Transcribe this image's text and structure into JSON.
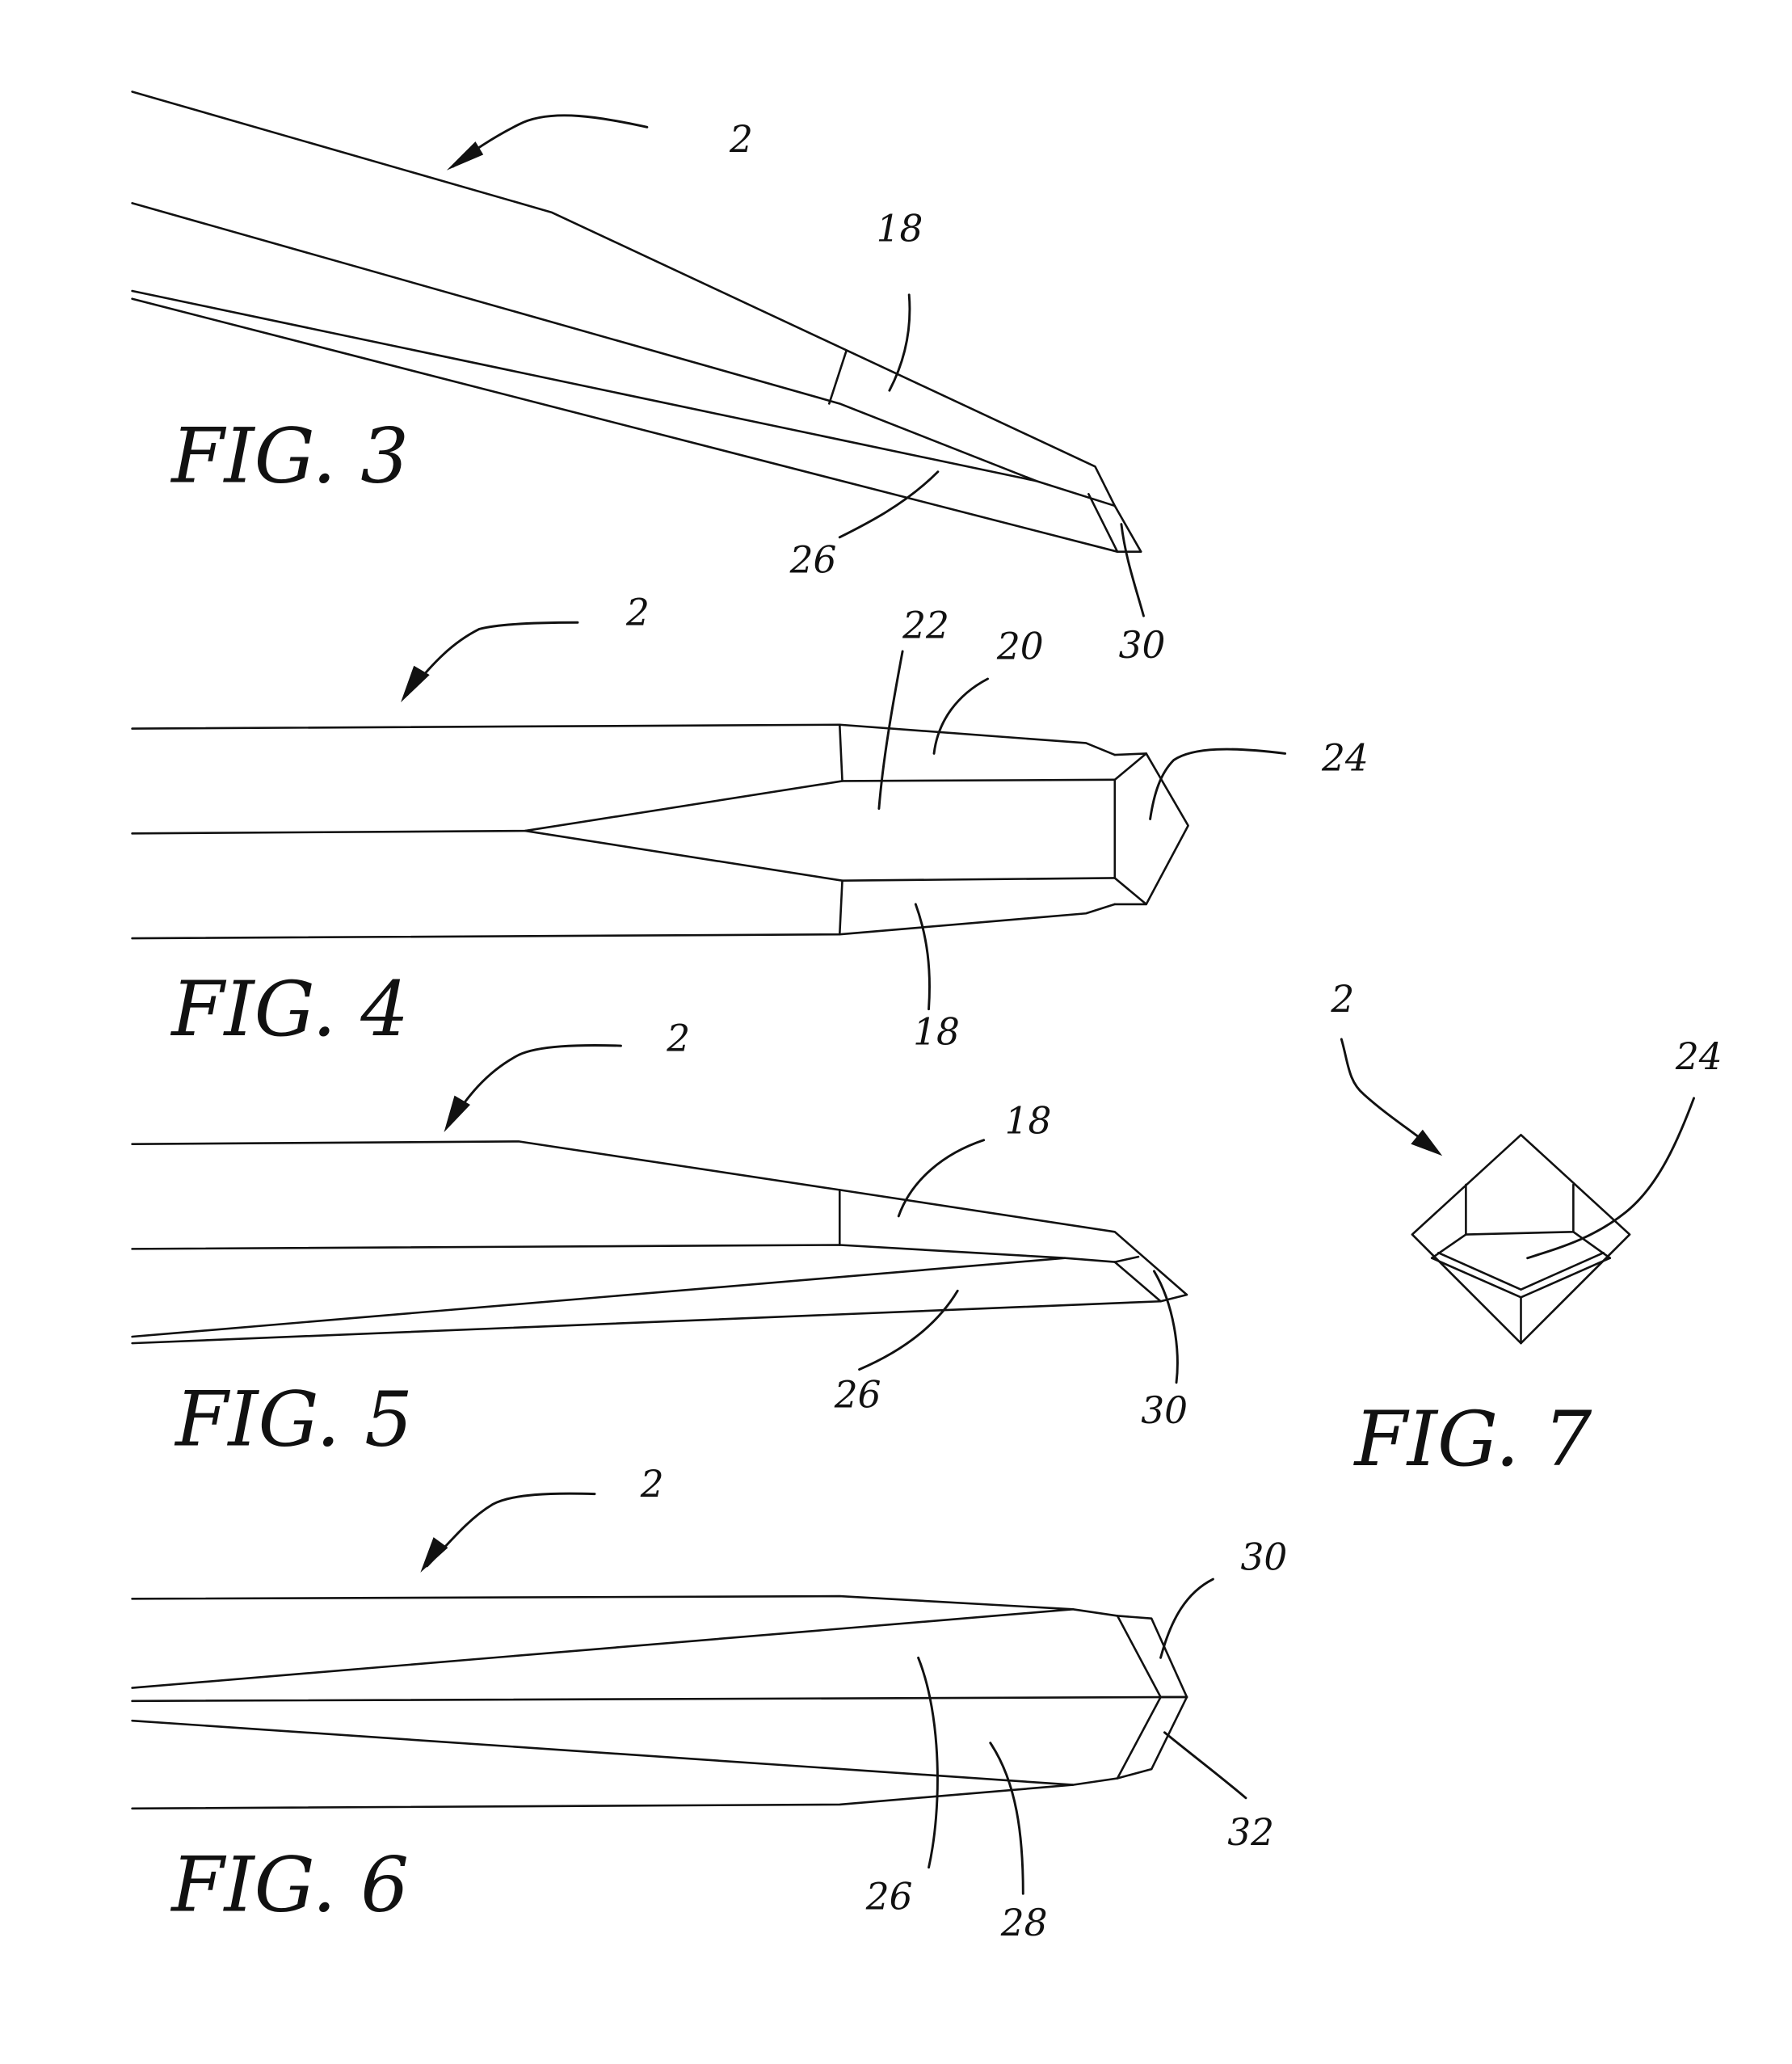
{
  "figures": [
    {
      "id": "fig3",
      "label": "FIG. 3",
      "refs": [
        "2",
        "18",
        "26",
        "30"
      ]
    },
    {
      "id": "fig4",
      "label": "FIG. 4",
      "refs": [
        "2",
        "22",
        "20",
        "24",
        "18"
      ]
    },
    {
      "id": "fig5",
      "label": "FIG. 5",
      "refs": [
        "2",
        "18",
        "26",
        "30"
      ]
    },
    {
      "id": "fig6",
      "label": "FIG. 6",
      "refs": [
        "2",
        "30",
        "32",
        "26",
        "28"
      ]
    },
    {
      "id": "fig7",
      "label": "FIG. 7",
      "refs": [
        "2",
        "24"
      ]
    }
  ]
}
